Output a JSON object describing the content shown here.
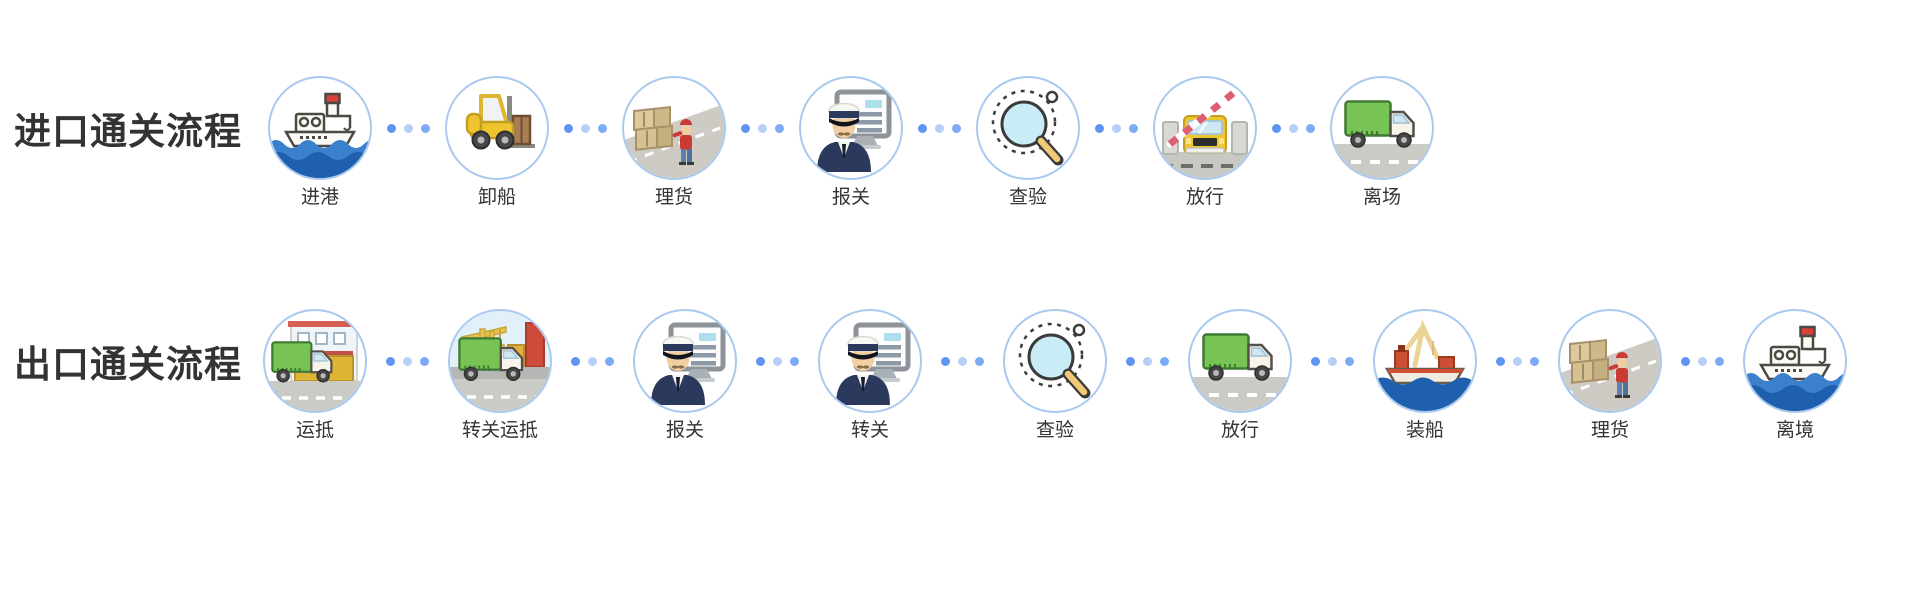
{
  "page": {
    "background": "#ffffff"
  },
  "theme": {
    "accent_blue": "#5d95f1",
    "circle_border": "#a9c9ef",
    "title_color": "#333333",
    "label_color": "#333333"
  },
  "rows": [
    {
      "id": "import",
      "title": "进口通关流程",
      "steps": [
        {
          "label": "进港",
          "icon": "ship-waves-icon"
        },
        {
          "label": "卸船",
          "icon": "forklift-icon"
        },
        {
          "label": "理货",
          "icon": "cargo-tally-icon"
        },
        {
          "label": "报关",
          "icon": "customs-officer-icon"
        },
        {
          "label": "查验",
          "icon": "magnifier-icon"
        },
        {
          "label": "放行",
          "icon": "gate-barrier-icon"
        },
        {
          "label": "离场",
          "icon": "green-truck-icon"
        }
      ]
    },
    {
      "id": "export",
      "title": "出口通关流程",
      "steps": [
        {
          "label": "运抵",
          "icon": "truck-warehouse-icon"
        },
        {
          "label": "转关运抵",
          "icon": "truck-port-icon"
        },
        {
          "label": "报关",
          "icon": "customs-officer-icon"
        },
        {
          "label": "转关",
          "icon": "customs-officer-icon"
        },
        {
          "label": "查验",
          "icon": "magnifier-icon"
        },
        {
          "label": "放行",
          "icon": "green-truck-icon"
        },
        {
          "label": "装船",
          "icon": "cargo-ship-icon"
        },
        {
          "label": "理货",
          "icon": "cargo-tally-icon"
        },
        {
          "label": "离境",
          "icon": "ship-waves-icon"
        }
      ]
    }
  ]
}
